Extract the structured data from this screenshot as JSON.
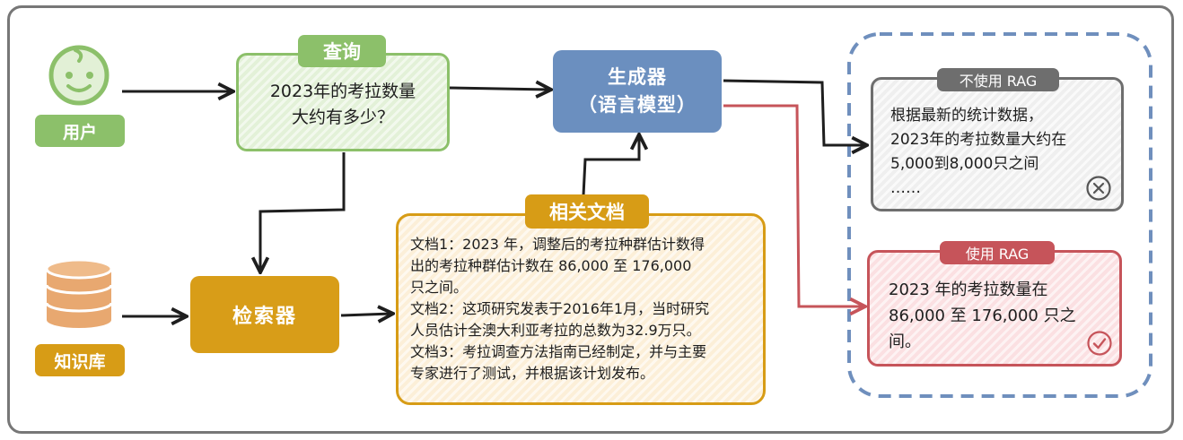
{
  "user": {
    "label": "用户"
  },
  "knowledge_base": {
    "label": "知识库"
  },
  "query": {
    "tag": "查询",
    "lines": [
      "2023年的考拉数量",
      "大约有多少？"
    ]
  },
  "generator": {
    "line1": "生成器",
    "line2": "（语言模型）"
  },
  "retriever": {
    "label": "检索器"
  },
  "docs": {
    "tag": "相关文档",
    "lines": [
      "文档1：2023 年，调整后的考拉种群估计数得",
      "出的考拉种群估计数在 86,000 至 176,000",
      "只之间。",
      "文档2：这项研究发表于2016年1月，当时研究",
      "人员估计全澳大利亚考拉的总数为32.9万只。",
      "文档3：考拉调查方法指南已经制定，并与主要",
      "专家进行了测试，并根据该计划发布。"
    ]
  },
  "no_rag": {
    "tag": "不使用 RAG",
    "lines": [
      "根据最新的统计数据，",
      "2023年的考拉数量大约在",
      "5,000到8,000只之间",
      "……"
    ],
    "icon": "cross-circle-icon"
  },
  "with_rag": {
    "tag": "使用 RAG",
    "lines": [
      "2023 年的考拉数量在",
      "86,000 至 176,000 只之",
      "间。"
    ],
    "icon": "check-circle-icon"
  },
  "colors": {
    "green": "#8cc06a",
    "orange": "#d79c16",
    "blue": "#6b8fbf",
    "gray": "#6e6e6e",
    "red": "#c6545a",
    "dashed_blue": "#6f8fbd"
  }
}
